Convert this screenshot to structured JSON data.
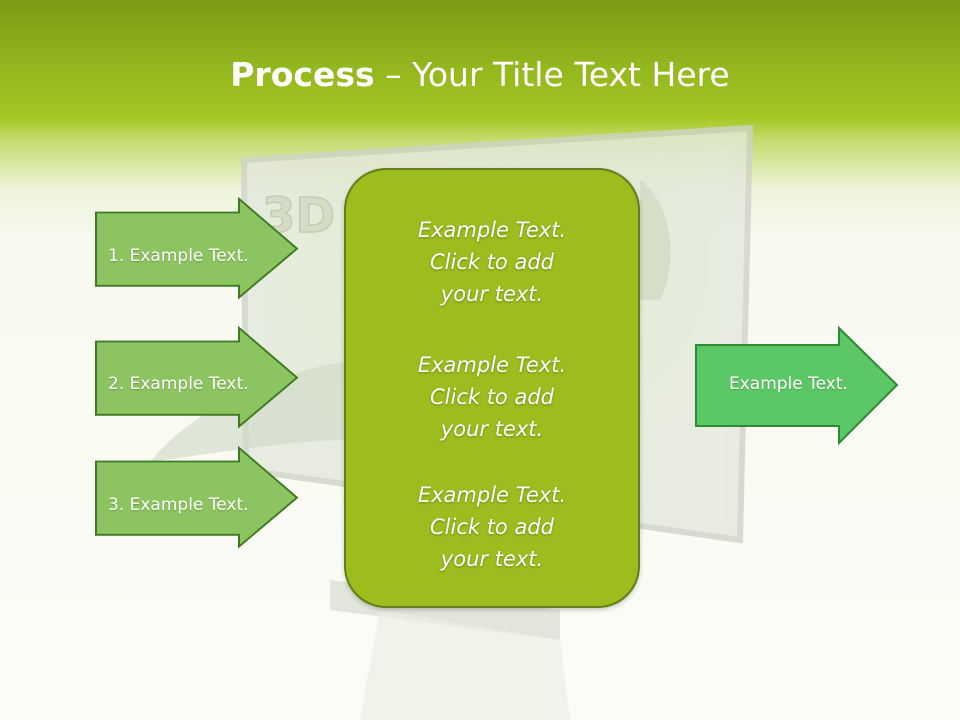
{
  "slide": {
    "title_bold": "Process",
    "title_separator": " – ",
    "title_rest": "Your Title Text Here"
  },
  "left_arrows": [
    {
      "label": "1. Example Text."
    },
    {
      "label": "2. Example Text."
    },
    {
      "label": "3. Example Text."
    }
  ],
  "center_box": {
    "items": [
      {
        "line1": "Example Text.",
        "line2": "Click  to add",
        "line3": "your text."
      },
      {
        "line1": "Example Text.",
        "line2": "Click  to add",
        "line3": "your text."
      },
      {
        "line1": "Example Text.",
        "line2": "Click  to add",
        "line3": "your text."
      }
    ]
  },
  "right_arrow": {
    "label": "Example Text."
  },
  "colors": {
    "header_green": "#94b81e",
    "left_arrow_fill": "#8dc462",
    "left_arrow_stroke": "#3e7a22",
    "center_fill": "#9dbd1f",
    "center_stroke": "#5f7e1a",
    "right_arrow_fill": "#5cc766",
    "right_arrow_stroke": "#2d8a35"
  }
}
